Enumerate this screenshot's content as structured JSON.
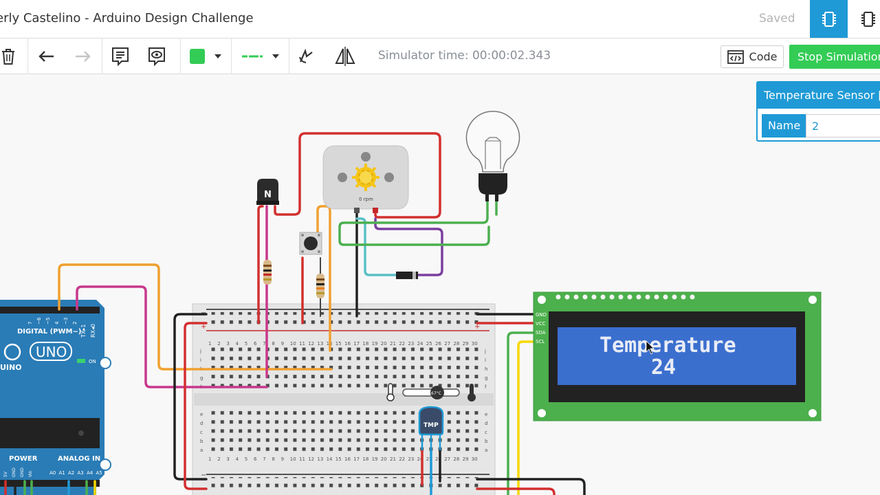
{
  "window": {
    "title": "erly Castelino - Arduino Design Challenge",
    "save_status": "Saved"
  },
  "toolbar": {
    "simulator_time": "Simulator time: 00:00:02.343",
    "code_label": "Code",
    "stop_label": "Stop Simulation",
    "wire_color": "#33cc55"
  },
  "inspector": {
    "title": "Temperature Sensor [T",
    "name_label": "Name",
    "name_value": "2"
  },
  "circuit": {
    "lcd": {
      "line1": "Temperature",
      "line2": "24",
      "pins": [
        "GND",
        "VCC",
        "SDA",
        "SCL"
      ]
    },
    "motor": {
      "rpm_label": "0 rpm"
    },
    "transistor": {
      "label": "N"
    },
    "temp_sensor": {
      "label": "TMP"
    },
    "temp_slider": {
      "value_label": "67°C"
    },
    "arduino": {
      "model": "UNO",
      "brand": "UINO",
      "digital_label": "DIGITAL (PWM~)",
      "power_label": "POWER",
      "analog_label": "ANALOG IN",
      "on_label": "ON",
      "tx_label": "TX▸1",
      "rx_label": "RX◂0",
      "top_pins": [
        "7",
        "~6",
        "~5",
        "4",
        "~3",
        "2"
      ],
      "power_pins": [
        "5V",
        "GND",
        "GND",
        "Vin"
      ],
      "analog_pins": [
        "A0",
        "A1",
        "A2",
        "A3",
        "A4",
        "A5"
      ]
    },
    "breadboard": {
      "column_numbers": [
        "1",
        "2",
        "3",
        "4",
        "5",
        "6",
        "7",
        "8",
        "9",
        "10",
        "11",
        "12",
        "13",
        "14",
        "15",
        "16",
        "17",
        "18",
        "19",
        "20",
        "21",
        "22",
        "23",
        "24",
        "25",
        "26",
        "27",
        "28",
        "29",
        "30"
      ],
      "upper_rows": [
        "j",
        "i",
        "h",
        "g",
        "f"
      ],
      "lower_rows": [
        "e",
        "d",
        "c",
        "b",
        "a"
      ]
    }
  },
  "colors": {
    "accent": "#1f9ad6",
    "stop_button": "#33cc55",
    "wire_red": "#d32f2f",
    "wire_green": "#4caf50",
    "wire_orange": "#f0a030",
    "wire_magenta": "#c8388c",
    "wire_purple": "#7b3fa0",
    "wire_teal": "#5bc0c8",
    "wire_yellow": "#f5d800",
    "wire_black": "#222222",
    "lcd_board": "#4cb04c",
    "lcd_screen": "#3b6fce",
    "arduino_board": "#2a7cb6"
  }
}
